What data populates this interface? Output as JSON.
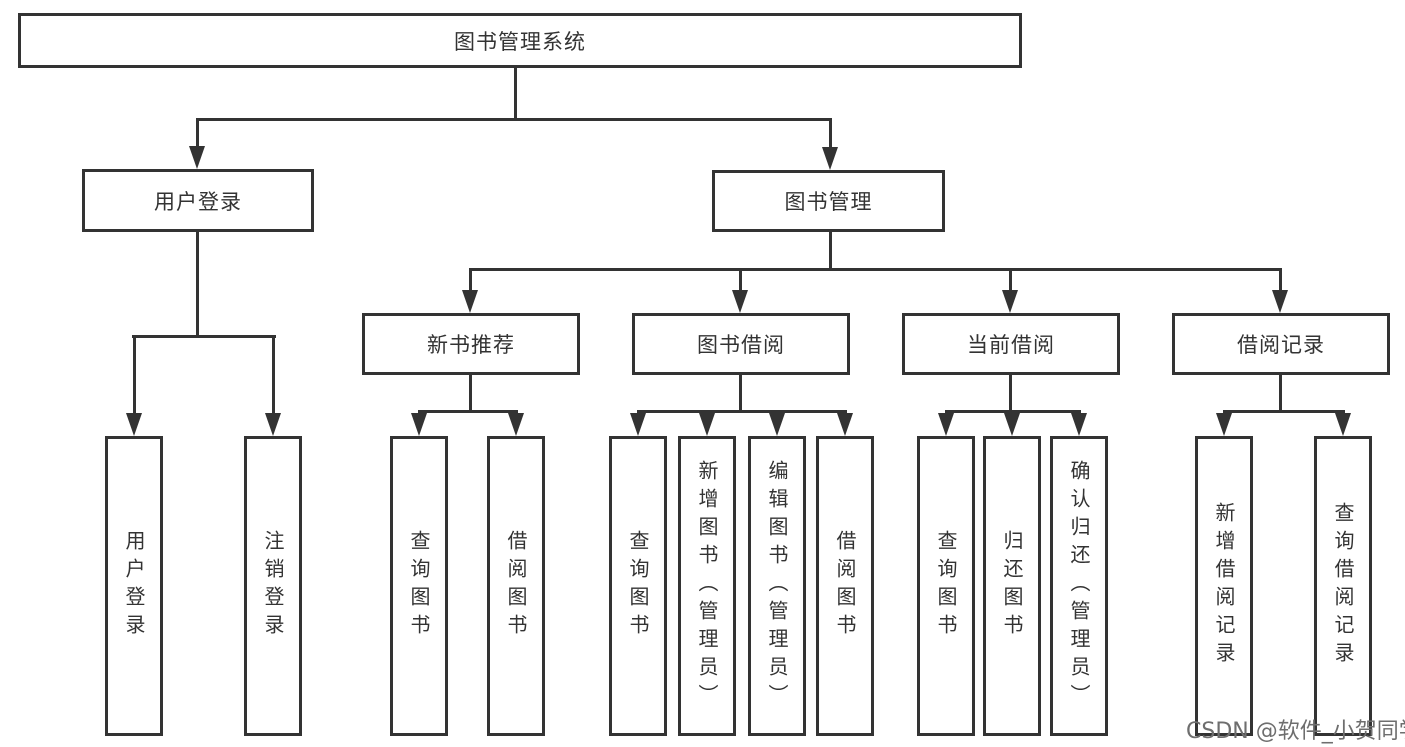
{
  "diagram": {
    "root": {
      "label": "图书管理系统"
    },
    "branches": [
      {
        "label": "用户登录",
        "children": [
          {
            "label": "用户登录"
          },
          {
            "label": "注销登录"
          }
        ]
      },
      {
        "label": "图书管理",
        "children": [
          {
            "label": "新书推荐",
            "children": [
              {
                "label": "查询图书"
              },
              {
                "label": "借阅图书"
              }
            ]
          },
          {
            "label": "图书借阅",
            "children": [
              {
                "label": "查询图书"
              },
              {
                "label": "新增图书（管理员）"
              },
              {
                "label": "编辑图书（管理员）"
              },
              {
                "label": "借阅图书"
              }
            ]
          },
          {
            "label": "当前借阅",
            "children": [
              {
                "label": "查询图书"
              },
              {
                "label": "归还图书"
              },
              {
                "label": "确认归还（管理员）"
              }
            ]
          },
          {
            "label": "借阅记录",
            "children": [
              {
                "label": "新增借阅记录"
              },
              {
                "label": "查询借阅记录"
              }
            ]
          }
        ]
      }
    ]
  },
  "watermark": {
    "text": "CSDN @软件_小贺同学"
  },
  "colors": {
    "line": "#333333",
    "box_border": "#333333",
    "text": "#333333",
    "background": "#ffffff",
    "watermark": "#6e6e6e"
  }
}
